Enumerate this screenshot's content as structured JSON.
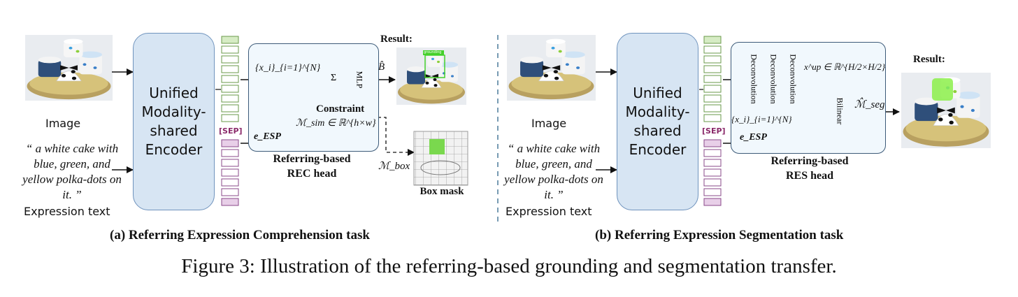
{
  "panel_a": {
    "image_label": "Image",
    "quote_text": "“ a white cake with blue, green, and yellow polka-dots on it. ”",
    "expression_label": "Expression text",
    "encoder_line1": "Unified",
    "encoder_line2": "Modality-",
    "encoder_line3": "shared",
    "encoder_line4": "Encoder",
    "sep_token": "[SEP]",
    "tokens_text": "{x_i}_{i=1}^{N}",
    "esp_text": "e_ESP",
    "sim_text": "ℳ_sim ∈ ℝ^{h×w}",
    "constraint_label": "Constraint",
    "mlp_label": "MLP",
    "b_hat_text": "B̂",
    "sum_symbol": "Σ",
    "head_line1": "Referring-based",
    "head_line2": "REC head",
    "result_label": "Result:",
    "grounding_tag": "grounding",
    "box_mask_label": "Box mask",
    "m_box_text": "ℳ_box",
    "caption": "(a) Referring Expression Comprehension task"
  },
  "panel_b": {
    "image_label": "Image",
    "quote_text": "“ a white cake with blue, green, and yellow polka-dots on it. ”",
    "expression_label": "Expression text",
    "encoder_line1": "Unified",
    "encoder_line2": "Modality-",
    "encoder_line3": "shared",
    "encoder_line4": "Encoder",
    "sep_token": "[SEP]",
    "deconv_label": "Deconvolution",
    "bilinear_label": "Bilinear",
    "xup_text": "x^up ∈ ℝ^{H/2×H/2}",
    "tokens_text": "{x_i}_{i=1}^{N}",
    "esp_text": "e_ESP",
    "m_seg_text": "ℳ̂_seg",
    "head_line1": "Referring-based",
    "head_line2": "RES head",
    "result_label": "Result:",
    "caption": "(b) Referring Expression Segmentation task"
  },
  "figure_caption": "Figure 3: Illustration of the referring-based grounding and segmentation transfer."
}
